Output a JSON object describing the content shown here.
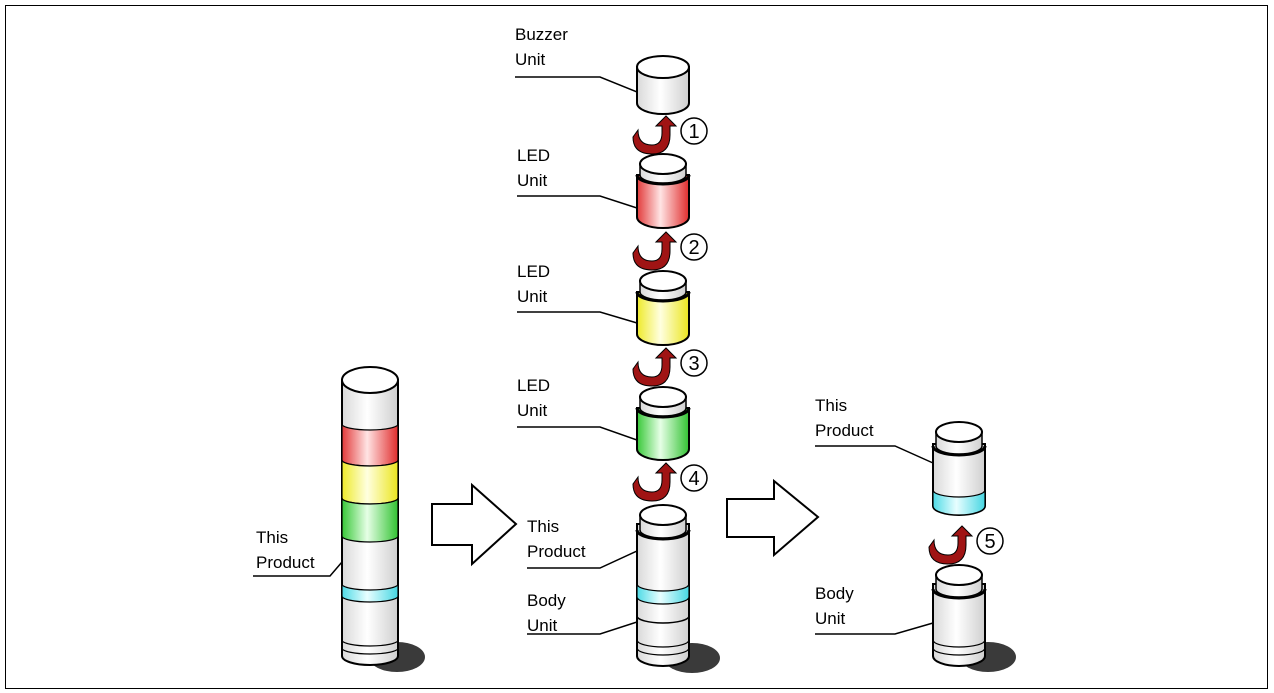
{
  "labels": {
    "buzzer_line1": "Buzzer",
    "buzzer_line2": "Unit",
    "led_line1": "LED",
    "led_line2": "Unit",
    "this_line1": "This",
    "this_line2": "Product",
    "body_line1": "Body",
    "body_line2": "Unit"
  },
  "steps": [
    "①",
    "②",
    "③",
    "④",
    "⑤"
  ],
  "colors": {
    "red": "#f05050",
    "yellow": "#f6f24a",
    "green": "#4fd24f",
    "cyan": "#6fe6ef",
    "arrow": "#a01414",
    "shadow": "#3a3a3a"
  }
}
